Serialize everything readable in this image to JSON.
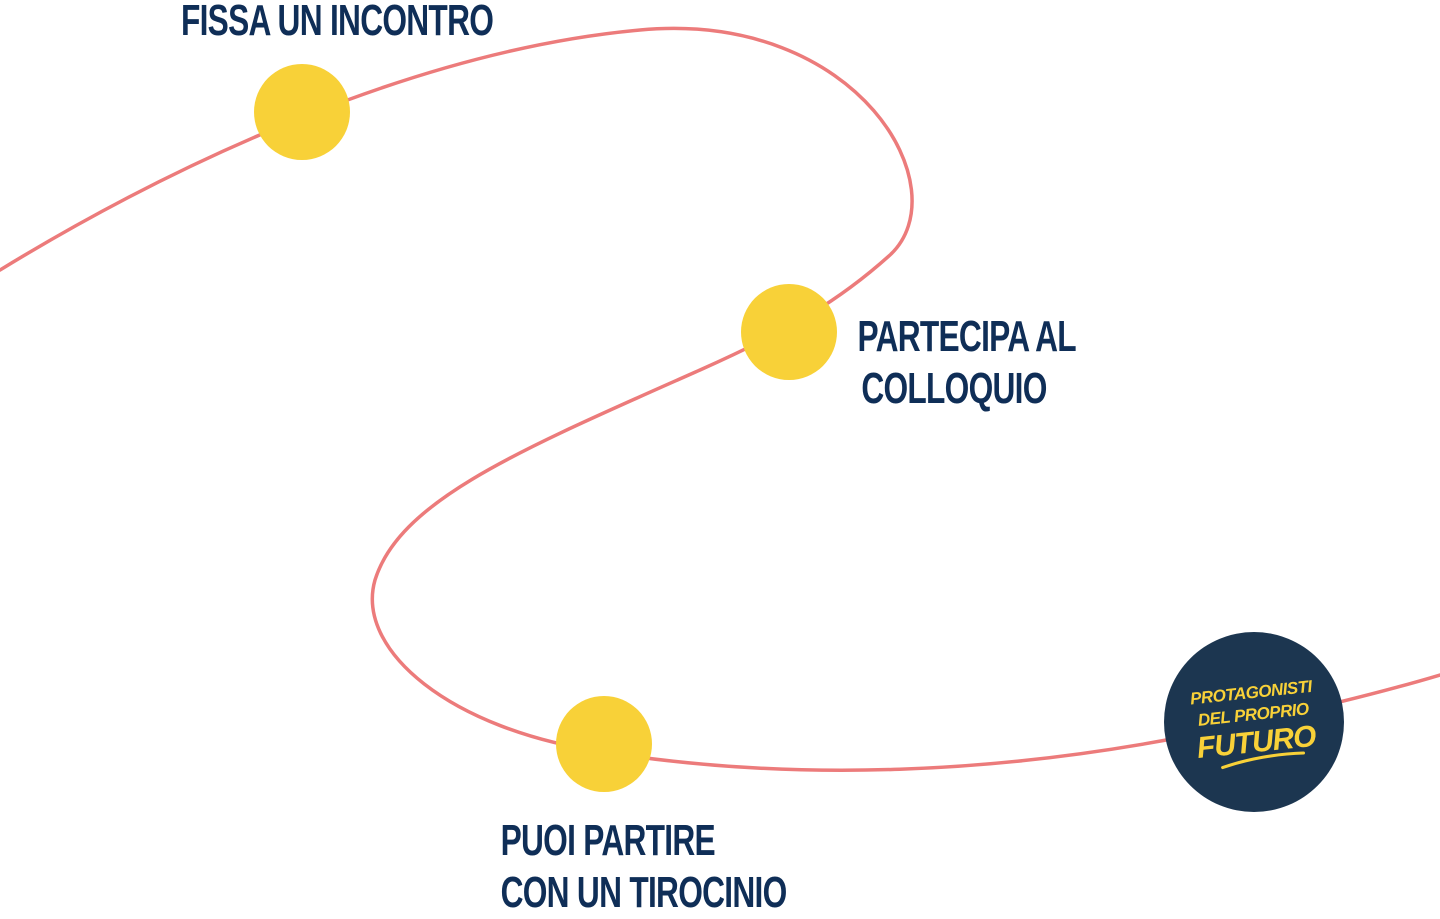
{
  "colors": {
    "path": "#ec7b7b",
    "step_dot": "#f8d138",
    "text": "#0f2e57",
    "badge_bg": "#1c3650",
    "badge_text": "#f8d138"
  },
  "steps": [
    {
      "lines": [
        "FISSA UN INCONTRO"
      ]
    },
    {
      "lines": [
        "PARTECIPA AL",
        "COLLOQUIO"
      ]
    },
    {
      "lines": [
        "PUOI PARTIRE",
        "CON UN TIROCINIO"
      ]
    }
  ],
  "badge": {
    "lines": [
      "PROTAGONISTI",
      "DEL PROPRIO",
      "FUTURO"
    ]
  }
}
